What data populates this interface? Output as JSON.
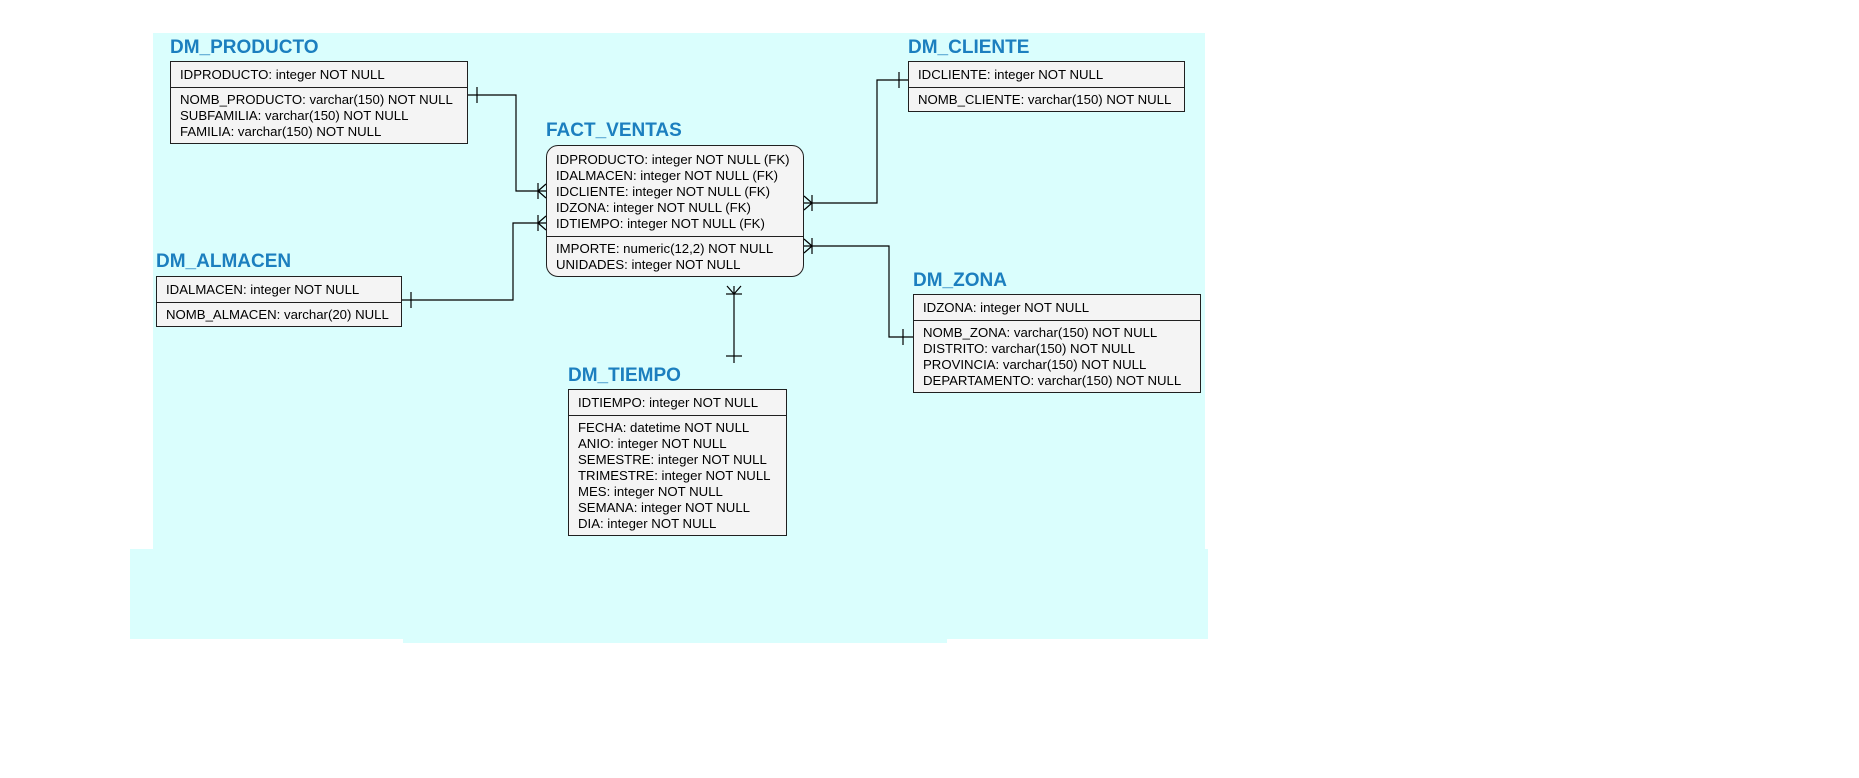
{
  "diagram": {
    "background_color": "#dafefd",
    "title_color": "#1c7fbf",
    "entities": {
      "dm_producto": {
        "name": "DM_PRODUCTO",
        "key_attributes": [
          "IDPRODUCTO: integer NOT NULL"
        ],
        "attributes": [
          "NOMB_PRODUCTO: varchar(150) NOT NULL",
          "SUBFAMILIA: varchar(150) NOT NULL",
          "FAMILIA: varchar(150) NOT NULL"
        ]
      },
      "dm_cliente": {
        "name": "DM_CLIENTE",
        "key_attributes": [
          "IDCLIENTE: integer NOT NULL"
        ],
        "attributes": [
          "NOMB_CLIENTE: varchar(150) NOT NULL"
        ]
      },
      "fact_ventas": {
        "name": "FACT_VENTAS",
        "key_attributes": [
          "IDPRODUCTO: integer NOT NULL (FK)",
          "IDALMACEN: integer NOT NULL (FK)",
          "IDCLIENTE: integer NOT NULL (FK)",
          "IDZONA: integer NOT NULL (FK)",
          "IDTIEMPO: integer NOT NULL (FK)"
        ],
        "attributes": [
          "IMPORTE: numeric(12,2) NOT NULL",
          "UNIDADES: integer NOT NULL"
        ]
      },
      "dm_almacen": {
        "name": "DM_ALMACEN",
        "key_attributes": [
          "IDALMACEN: integer NOT NULL"
        ],
        "attributes": [
          "NOMB_ALMACEN: varchar(20) NULL"
        ]
      },
      "dm_zona": {
        "name": "DM_ZONA",
        "key_attributes": [
          "IDZONA: integer NOT NULL"
        ],
        "attributes": [
          "NOMB_ZONA: varchar(150) NOT NULL",
          "DISTRITO: varchar(150) NOT NULL",
          "PROVINCIA: varchar(150) NOT NULL",
          "DEPARTAMENTO: varchar(150) NOT NULL"
        ]
      },
      "dm_tiempo": {
        "name": "DM_TIEMPO",
        "key_attributes": [
          "IDTIEMPO: integer NOT NULL"
        ],
        "attributes": [
          "FECHA: datetime NOT NULL",
          "ANIO: integer NOT NULL",
          "SEMESTRE: integer NOT NULL",
          "TRIMESTRE: integer NOT NULL",
          "MES: integer NOT NULL",
          "SEMANA: integer NOT NULL",
          "DIA: integer NOT NULL"
        ]
      }
    },
    "relationships": [
      {
        "from": "DM_PRODUCTO",
        "to": "FACT_VENTAS",
        "cardinality": "one-to-many"
      },
      {
        "from": "DM_ALMACEN",
        "to": "FACT_VENTAS",
        "cardinality": "one-to-many"
      },
      {
        "from": "DM_CLIENTE",
        "to": "FACT_VENTAS",
        "cardinality": "one-to-many"
      },
      {
        "from": "DM_ZONA",
        "to": "FACT_VENTAS",
        "cardinality": "one-to-many"
      },
      {
        "from": "DM_TIEMPO",
        "to": "FACT_VENTAS",
        "cardinality": "one-to-many"
      }
    ]
  }
}
